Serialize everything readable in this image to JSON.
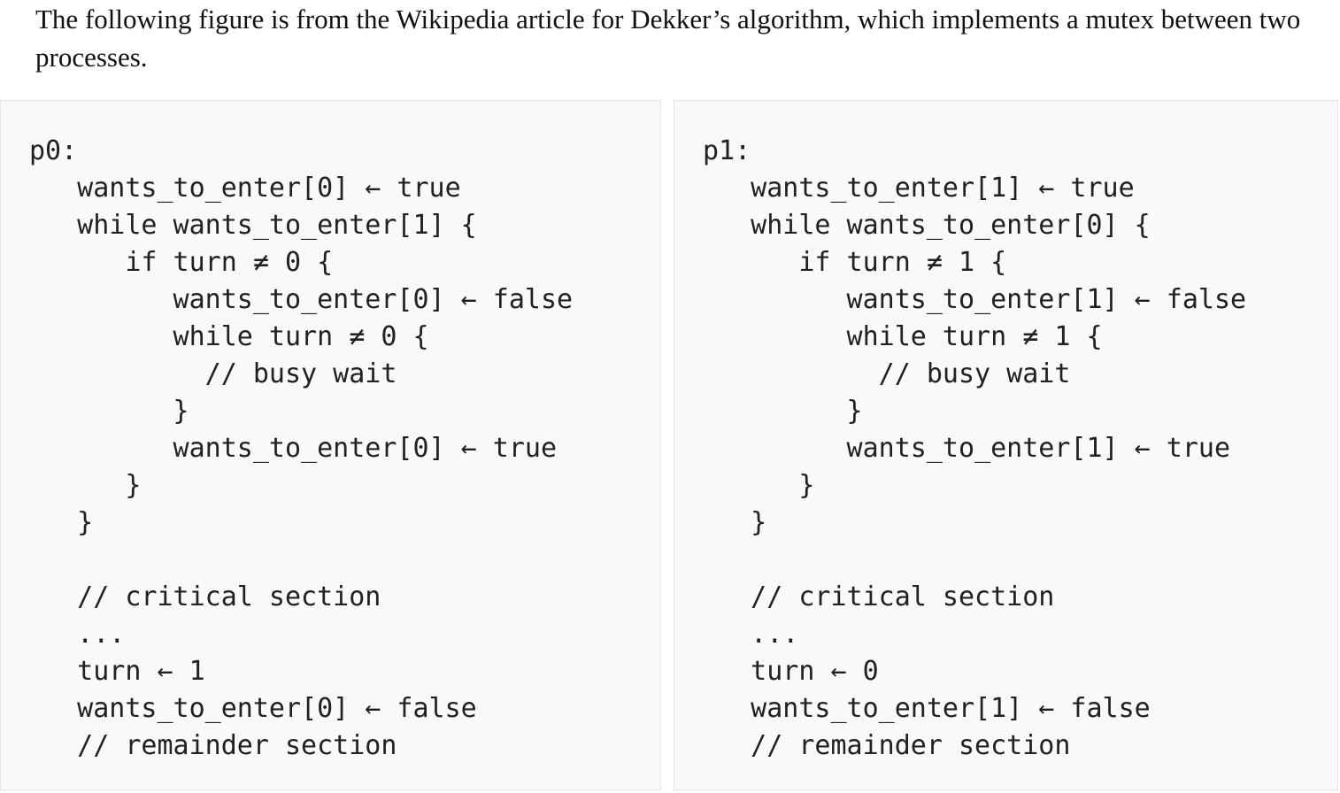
{
  "intro_text": "The following figure is from the Wikipedia article for Dekker’s algorithm, which implements a mutex between two processes.",
  "panels": [
    {
      "lines": [
        "p0:",
        "   wants_to_enter[0] ← true",
        "   while wants_to_enter[1] {",
        "      if turn ≠ 0 {",
        "         wants_to_enter[0] ← false",
        "         while turn ≠ 0 {",
        "           // busy wait",
        "         }",
        "         wants_to_enter[0] ← true",
        "      }",
        "   }",
        "",
        "   // critical section",
        "   ...",
        "   turn ← 1",
        "   wants_to_enter[0] ← false",
        "   // remainder section"
      ]
    },
    {
      "lines": [
        "p1:",
        "   wants_to_enter[1] ← true",
        "   while wants_to_enter[0] {",
        "      if turn ≠ 1 {",
        "         wants_to_enter[1] ← false",
        "         while turn ≠ 1 {",
        "           // busy wait",
        "         }",
        "         wants_to_enter[1] ← true",
        "      }",
        "   }",
        "",
        "   // critical section",
        "   ...",
        "   turn ← 0",
        "   wants_to_enter[1] ← false",
        "   // remainder section"
      ]
    }
  ]
}
